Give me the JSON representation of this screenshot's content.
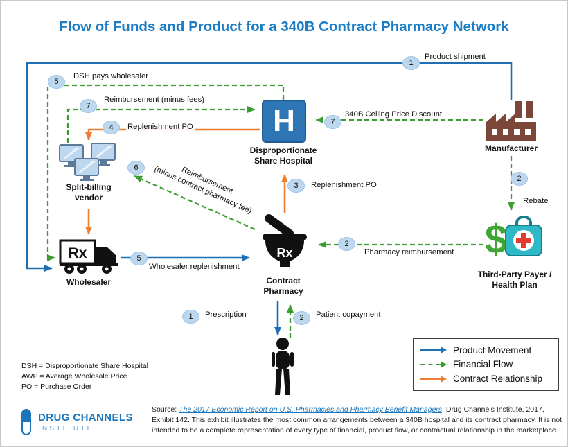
{
  "title": "Flow of Funds and Product for a 340B Contract Pharmacy Network",
  "colors": {
    "product": "#1F6FB5",
    "financial": "#3E9C35",
    "contract": "#ED7D31",
    "title": "#1A7DC5",
    "badge_fill": "#BDD7EE",
    "badge_border": "#9DC3E6",
    "hospital_blue": "#2E75B6",
    "factory_brown": "#7B4738",
    "payer_teal": "#2FB8C6",
    "cross_red": "#E03C31",
    "dollar_green": "#3FA535",
    "logo_blue": "#1B75BB"
  },
  "entities": {
    "manufacturer": {
      "label": "Manufacturer"
    },
    "hospital": {
      "line1": "Disproportionate",
      "line2": "Share Hospital"
    },
    "split_billing": {
      "line1": "Split-billing",
      "line2": "vendor"
    },
    "wholesaler": {
      "label": "Wholesaler"
    },
    "contract_pharmacy": {
      "line1": "Contract",
      "line2": "Pharmacy"
    },
    "third_party": {
      "line1": "Third-Party Payer /",
      "line2": "Health Plan"
    }
  },
  "flows": {
    "product_shipment": {
      "number": "1",
      "label": "Product shipment"
    },
    "dsh_pays_wholesaler": {
      "number": "5",
      "label": "DSH pays wholesaler"
    },
    "reimbursement_minus_fees": {
      "number": "7",
      "label": "Reimbursement (minus fees)"
    },
    "replenishment_po_vendor": {
      "number": "4",
      "label": "Replenishment PO"
    },
    "ceiling_price_discount": {
      "number": "7",
      "label": "340B Ceiling Price Discount"
    },
    "rebate": {
      "number": "2",
      "label": "Rebate"
    },
    "pharmacy_reimbursement": {
      "number": "2",
      "label": "Pharmacy reimbursement"
    },
    "replenishment_po_hospital": {
      "number": "3",
      "label": "Replenishment PO"
    },
    "reimbursement_minus_cpf": {
      "number": "6",
      "line1": "Reimbursement",
      "line2": "(minus contract pharmacy fee)"
    },
    "wholesaler_replenishment": {
      "number": "5",
      "label": "Wholesaler replenishment"
    },
    "prescription": {
      "number": "1",
      "label": "Prescription"
    },
    "patient_copayment": {
      "number": "2",
      "label": "Patient copayment"
    }
  },
  "legend": {
    "items": [
      {
        "label": "Product Movement",
        "type": "product"
      },
      {
        "label": "Financial Flow",
        "type": "financial"
      },
      {
        "label": "Contract Relationship",
        "type": "contract"
      }
    ]
  },
  "abbreviations": [
    "DSH = Disproportionate Share Hospital",
    "AWP = Average Wholesale Price",
    "PO = Purchase Order"
  ],
  "icons": {
    "hospital_h": "H",
    "truck_rx": "Rx",
    "mortar_rx": "Rx",
    "dollar": "$"
  },
  "logo": {
    "name": "DRUG CHANNELS",
    "subtitle": "INSTITUTE"
  },
  "source": {
    "prefix": "Source: ",
    "link": "The 2017 Economic Report on U.S. Pharmacies and Pharmacy Benefit Managers",
    "rest": ", Drug Channels Institute, 2017, Exhibit 142. This exhibit illustrates the most common arrangements between a 340B hospital and its contract pharmacy. It is not intended to be a complete representation of every type of financial, product flow, or contractual relationship in the marketplace."
  }
}
